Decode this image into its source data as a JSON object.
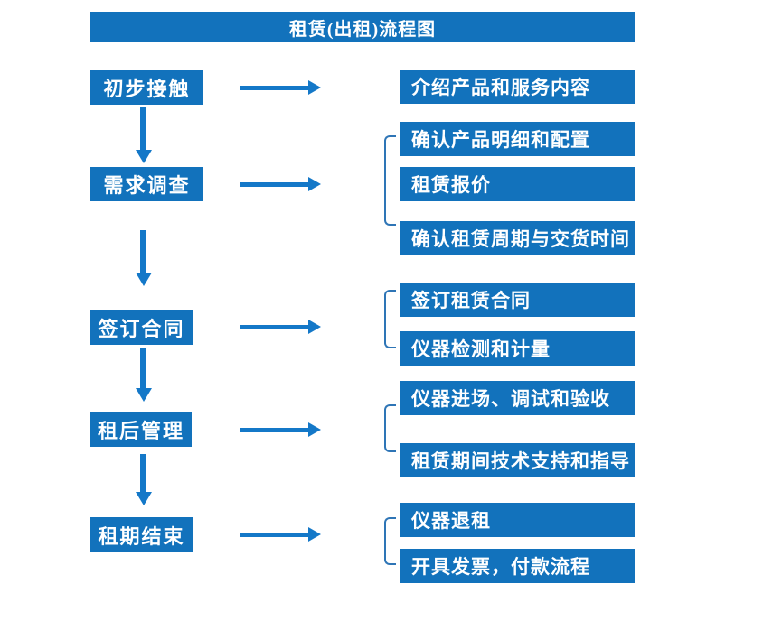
{
  "title": "租赁(出租)流程图",
  "steps": [
    {
      "label": "初步接触",
      "details": [
        "介绍产品和服务内容"
      ]
    },
    {
      "label": "需求调查",
      "details": [
        "确认产品明细和配置",
        "租赁报价",
        "确认租赁周期与交货时间"
      ]
    },
    {
      "label": "签订合同",
      "details": [
        "签订租赁合同",
        "仪器检测和计量"
      ]
    },
    {
      "label": "租后管理",
      "details": [
        "仪器进场、调试和验收",
        "租赁期间技术支持和指导"
      ]
    },
    {
      "label": "租期结束",
      "details": [
        "仪器退租",
        "开具发票，付款流程"
      ]
    }
  ],
  "colors": {
    "box_blue": "#1272BC",
    "arrow_blue": "#1478C8",
    "bracket_blue": "#2E75B6",
    "text": "#FFFFFF",
    "background": "#FFFFFF"
  }
}
